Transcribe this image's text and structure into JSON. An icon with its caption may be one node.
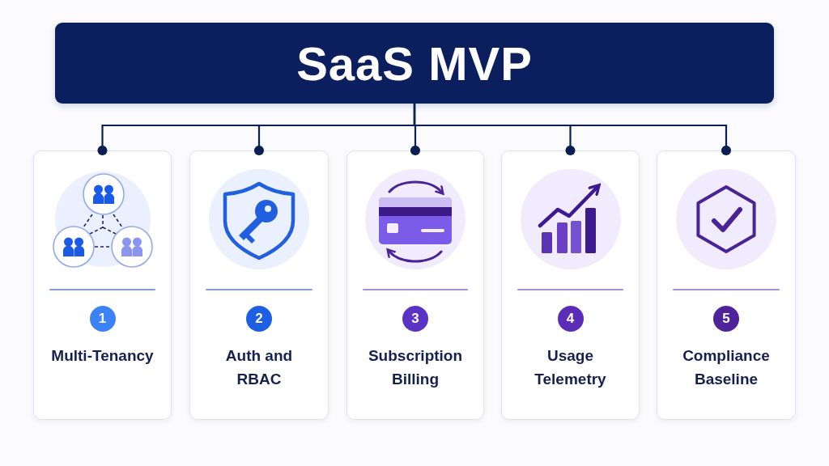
{
  "diagram": {
    "nodes": [
      {
        "text": [
          "SaaS MVP"
        ]
      },
      {
        "text": [
          "1",
          "Multi-Tenancy"
        ]
      },
      {
        "text": [
          "2",
          "Auth and RBAC"
        ]
      },
      {
        "text": [
          "3",
          "Subscription Billing"
        ]
      },
      {
        "text": [
          "4",
          "Usage Telemetry"
        ]
      },
      {
        "text": [
          "5",
          "Compliance Baseline"
        ]
      }
    ],
    "edges": [
      {
        "from": 0,
        "to": 1,
        "arrow": "other"
      },
      {
        "from": 0,
        "to": 2,
        "arrow": "other"
      },
      {
        "from": 0,
        "to": 3,
        "arrow": "other"
      },
      {
        "from": 0,
        "to": 4,
        "arrow": "other"
      },
      {
        "from": 0,
        "to": 5,
        "arrow": "other"
      }
    ]
  }
}
